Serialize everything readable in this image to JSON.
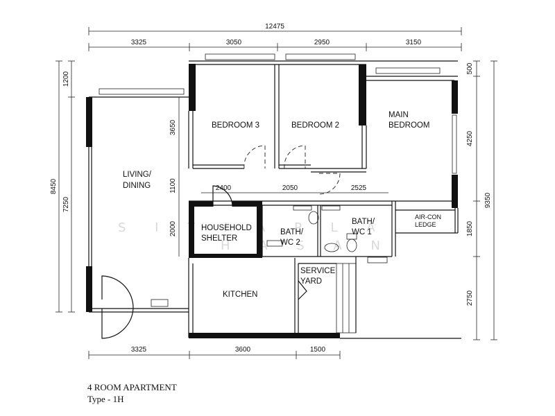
{
  "dimensions": {
    "overall_width": "12475",
    "top": [
      "3325",
      "3050",
      "2950",
      "3150"
    ],
    "bottom": [
      "3325",
      "3600",
      "1500"
    ],
    "left_overall": "8450",
    "left_parts": [
      "1200",
      "7250"
    ],
    "right_overall": "9350",
    "right_parts": [
      "500",
      "4250",
      "1850",
      "2750"
    ],
    "interior": {
      "bedroom_depth": "3650",
      "corridor": "1100",
      "shelter_depth": "2000",
      "shelter_width": "2400",
      "bath2_width": "2050",
      "bath1_width": "2525"
    }
  },
  "rooms": {
    "bedroom3": "BEDROOM 3",
    "bedroom2": "BEDROOM 2",
    "main_bedroom": [
      "MAIN",
      "BEDROOM"
    ],
    "living": [
      "LIVING/",
      "DINING"
    ],
    "household_shelter": [
      "HOUSEHOLD",
      "SHELTER"
    ],
    "bath2": [
      "BATH/",
      "WC 2"
    ],
    "bath1": [
      "BATH/",
      "WC 1"
    ],
    "aircon": [
      "AIR-CON",
      "LEDGE"
    ],
    "service_yard": [
      "SERVICE",
      "YARD"
    ],
    "kitchen": "KITCHEN"
  },
  "watermark": [
    "S I T I   A   P   L   A",
    "H A S A N"
  ],
  "footer": {
    "title": "4 ROOM APARTMENT",
    "subtitle": "Type - 1H"
  }
}
